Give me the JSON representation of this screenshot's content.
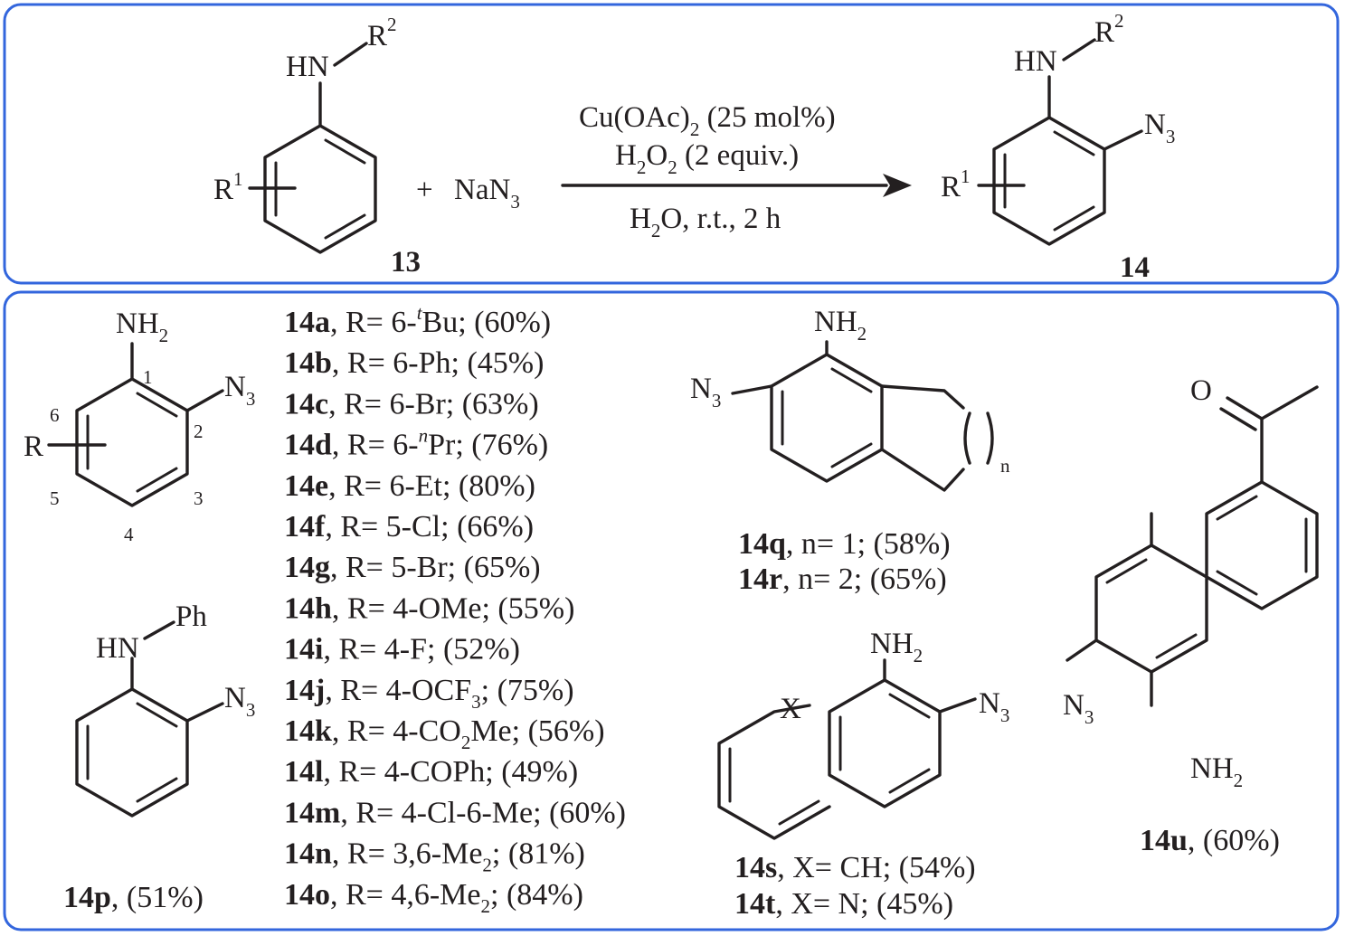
{
  "reaction": {
    "substrate_label": "13",
    "product_label": "14",
    "plus": "+",
    "reagent": [
      "NaN",
      "3"
    ],
    "substrate_amine": [
      "HN",
      "R",
      "2"
    ],
    "substrate_r1": [
      "R",
      "1"
    ],
    "product_amine": [
      "HN",
      "R",
      "2"
    ],
    "product_r1": [
      "R",
      "1"
    ],
    "product_azide": [
      "N",
      "3"
    ],
    "condition1": [
      "Cu(OAc)",
      "2",
      " (25 mol%)"
    ],
    "condition2": [
      "H",
      "2",
      "O",
      "2",
      " (2 equiv.)"
    ],
    "condition3": [
      "H",
      "2",
      "O, r.t., 2 h"
    ]
  },
  "scope": {
    "template": {
      "amine": [
        "NH",
        "2"
      ],
      "azide": [
        "N",
        "3"
      ],
      "r": "R",
      "positions": [
        "1",
        "2",
        "3",
        "4",
        "5",
        "6"
      ]
    },
    "entries": [
      {
        "id": "14a",
        "text": ", R= 6-",
        "sup": "t",
        "rest": "Bu; (60%)"
      },
      {
        "id": "14b",
        "text": ", R= 6-Ph; (45%)"
      },
      {
        "id": "14c",
        "text": ", R= 6-Br; (63%)"
      },
      {
        "id": "14d",
        "text": ", R= 6-",
        "sup": "n",
        "rest": "Pr; (76%)"
      },
      {
        "id": "14e",
        "text": ", R= 6-Et; (80%)"
      },
      {
        "id": "14f",
        "text": ", R= 5-Cl; (66%)"
      },
      {
        "id": "14g",
        "text": ", R= 5-Br; (65%)"
      },
      {
        "id": "14h",
        "text": ", R= 4-OMe; (55%)"
      },
      {
        "id": "14i",
        "text": ", R= 4-F; (52%)"
      },
      {
        "id": "14j",
        "text": ", R= 4-OCF",
        "sub": "3",
        "rest": "; (75%)"
      },
      {
        "id": "14k",
        "text": ", R= 4-CO",
        "sub": "2",
        "rest": "Me; (56%)"
      },
      {
        "id": "14l",
        "text": ", R= 4-COPh; (49%)"
      },
      {
        "id": "14m",
        "text": ", R= 4-Cl-6-Me; (60%)"
      },
      {
        "id": "14n",
        "text": ", R= 3,6-Me",
        "sub": "2",
        "rest": "; (81%)"
      },
      {
        "id": "14o",
        "text": ", R= 4,6-Me",
        "sub": "2",
        "rest": "; (84%)"
      }
    ],
    "p": {
      "id": "14p",
      "yield": ", (51%)",
      "amine": [
        "HN",
        "Ph"
      ],
      "azide": [
        "N",
        "3"
      ]
    },
    "qr": {
      "amine": [
        "NH",
        "2"
      ],
      "azide": [
        "N",
        "3"
      ],
      "ring_index": "n",
      "q": {
        "id": "14q",
        "text": ", n= 1; (58%)"
      },
      "r": {
        "id": "14r",
        "text": ", n= 2; (65%)"
      }
    },
    "st": {
      "amine": [
        "NH",
        "2"
      ],
      "azide": [
        "N",
        "3"
      ],
      "x": "X",
      "s": {
        "id": "14s",
        "text": ", X= CH; (54%)"
      },
      "t": {
        "id": "14t",
        "text": ", X= N; (45%)"
      }
    },
    "u": {
      "id": "14u",
      "yield": ", (60%)",
      "amine": [
        "NH",
        "2"
      ],
      "azide": [
        "N",
        "3"
      ],
      "carbonyl_o": "O"
    }
  },
  "colors": {
    "panel_border": "#3366dd",
    "ink": "#231f20"
  }
}
